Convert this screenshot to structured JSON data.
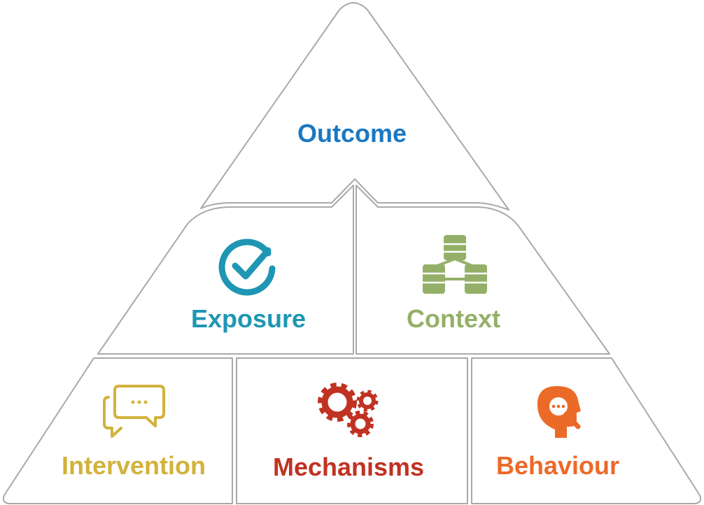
{
  "colors": {
    "outcome": "#1a78c2",
    "exposure": "#1e96b4",
    "context": "#94b068",
    "intervention": "#d2b23c",
    "mechanisms": "#c03222",
    "behaviour": "#ec6a28",
    "outline": "#a9a9a9"
  },
  "sections": {
    "outcome": {
      "label": "Outcome"
    },
    "exposure": {
      "label": "Exposure",
      "icon": "check-circle-icon"
    },
    "context": {
      "label": "Context",
      "icon": "database-network-icon"
    },
    "intervention": {
      "label": "Intervention",
      "icon": "chat-bubbles-icon"
    },
    "mechanisms": {
      "label": "Mechanisms",
      "icon": "gears-icon"
    },
    "behaviour": {
      "label": "Behaviour",
      "icon": "head-magnifier-icon"
    }
  }
}
